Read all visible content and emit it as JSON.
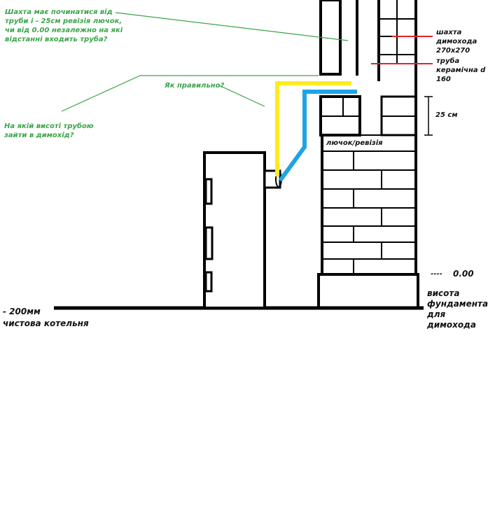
{
  "annotations": {
    "question_start": "Шахта має починатися від труби і - 25см ревізія лючок, чи від 0.00 незалежно на які відстанні входить труба?",
    "question_correct": "Як правильно?",
    "question_height": "На якій висоті трубою зайти в димохід?",
    "label_shaft": "шахта димохода 270х270",
    "label_pipe": "труба керамічна d 160",
    "label_25cm": "25 см",
    "label_hatch": "лючок/ревізія",
    "label_zero": "0.00",
    "label_zero_dashes": "----",
    "label_foundation": "висота фундамента для димохода",
    "label_minus200": "- 200мм",
    "label_boiler_room": "чистова котельня"
  },
  "colors": {
    "green_text": "#3aa54a",
    "yellow_pipe": "#ffeb1f",
    "blue_pipe": "#1ea4e6",
    "red_marker": "#e2222a",
    "lines": "#000000"
  },
  "icons": {
    "boiler": "boiler-unit",
    "chimney": "brick-chimney"
  }
}
